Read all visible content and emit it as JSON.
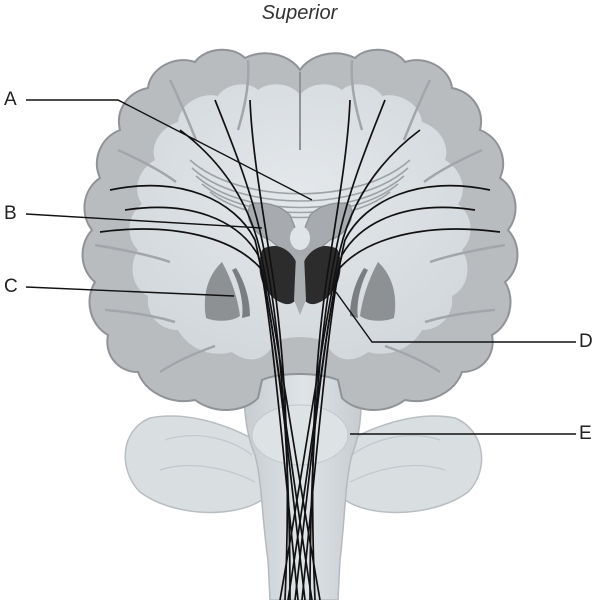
{
  "title": "Superior",
  "labels": {
    "A": "A",
    "B": "B",
    "C": "C",
    "D": "D",
    "E": "E"
  },
  "colors": {
    "cortex": "#b9bcbf",
    "cortex_edge": "#8f9397",
    "white_matter": "#d6dbdf",
    "brainstem": "#d0d6da",
    "basal_ganglia": "#8e9194",
    "ventricle": "#a7abaf",
    "thalamus": "#2c2c2c",
    "fibers": "#111111",
    "leader": "#111111"
  }
}
